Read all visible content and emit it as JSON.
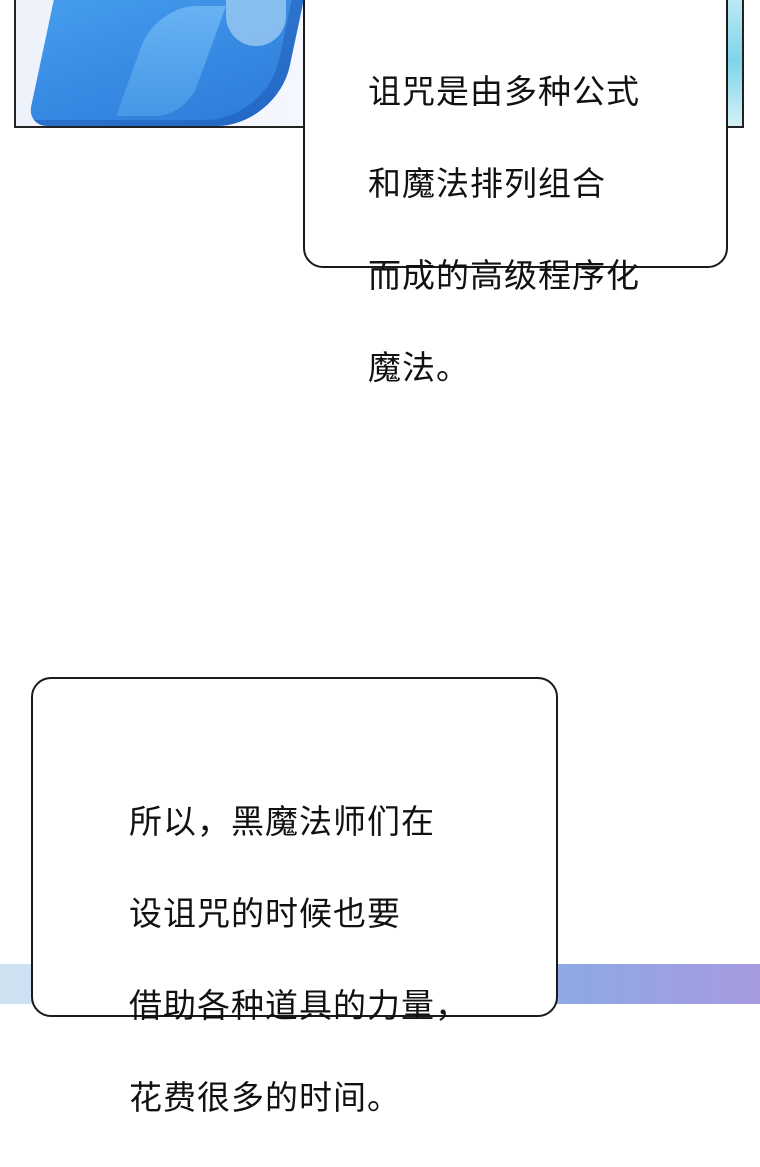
{
  "speech_bubbles": [
    {
      "lines": [
        "诅咒是由多种公式",
        "和魔法排列组合",
        "而成的高级程序化",
        "魔法。"
      ]
    },
    {
      "lines": [
        "所以，黑魔法师们在",
        "设诅咒的时候也要",
        "借助各种道具的力量，",
        "花费很多的时间。"
      ]
    }
  ]
}
